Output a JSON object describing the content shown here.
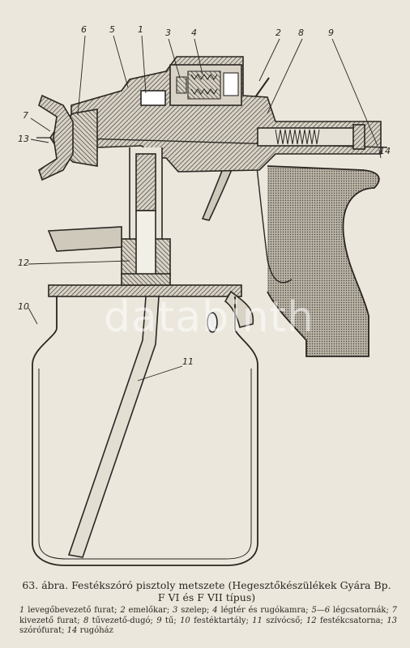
{
  "figure": {
    "callouts": [
      "6",
      "5",
      "1",
      "3",
      "4",
      "2",
      "8",
      "9",
      "7",
      "13",
      "14",
      "12",
      "10",
      "11"
    ],
    "watermark": "databinth"
  },
  "caption": {
    "number": "63. ábra.",
    "title_line1": "Festékszóró pisztoly metszete (Hegesztőkészülékek Gyára Bp.",
    "title_line2": "F VI és F VII típus)"
  },
  "legend": [
    {
      "n": "1",
      "text": "levegőbevezető furat;"
    },
    {
      "n": "2",
      "text": "emelőkar;"
    },
    {
      "n": "3",
      "text": "szelep;"
    },
    {
      "n": "4",
      "text": "légtér és rugókamra;"
    },
    {
      "n": "5—6",
      "text": "légcsatornák;"
    },
    {
      "n": "7",
      "text": "kivezető furat;"
    },
    {
      "n": "8",
      "text": "tűvezető-dugó;"
    },
    {
      "n": "9",
      "text": "tű;"
    },
    {
      "n": "10",
      "text": "festéktartály;"
    },
    {
      "n": "11",
      "text": "szívócső;"
    },
    {
      "n": "12",
      "text": "festékcsatorna;"
    },
    {
      "n": "13",
      "text": "szórófurat;"
    },
    {
      "n": "14",
      "text": "rugóház"
    }
  ]
}
